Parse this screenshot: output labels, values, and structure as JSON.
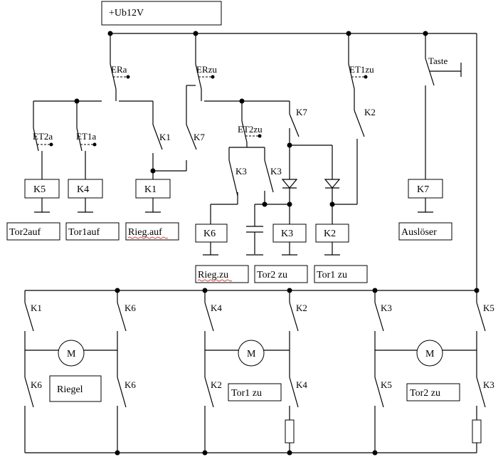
{
  "supply": {
    "label": "+Ub12V"
  },
  "contacts": {
    "era": "ERa",
    "erzu": "ERzu",
    "et1zu": "ET1zu",
    "taste": "Taste",
    "et2a": "ET2a",
    "et1a": "ET1a",
    "et2zu": "ET2zu",
    "k1_ctrl": "K1",
    "k7_ctrl": "K7",
    "k7_right": "K7",
    "k2_ctrl": "K2",
    "k3_left": "K3",
    "k3_right": "K3"
  },
  "coils": {
    "k5": "K5",
    "k4": "K4",
    "k1": "K1",
    "k7": "K7",
    "k6": "K6",
    "k3": "K3",
    "k2": "K2"
  },
  "outputs": {
    "tor2auf": "Tor2auf",
    "tor1auf": "Tor1auf",
    "riegauf": "Rieg.auf",
    "ausloeser": "Auslöser",
    "riegzu": "Rieg.zu",
    "tor2zu": "Tor2 zu",
    "tor1zu": "Tor1 zu"
  },
  "power": {
    "motor_symbol": "M",
    "m1": {
      "tl": "K1",
      "tr": "K6",
      "bl": "K6",
      "br": "K6",
      "name": "Riegel"
    },
    "m2": {
      "tl": "K4",
      "tr": "K2",
      "bl": "K2",
      "br": "K4",
      "name": "Tor1 zu"
    },
    "m3": {
      "tl": "K3",
      "tr": "K5",
      "bl": "K5",
      "br": "K3",
      "name": "Tor2 zu"
    }
  }
}
